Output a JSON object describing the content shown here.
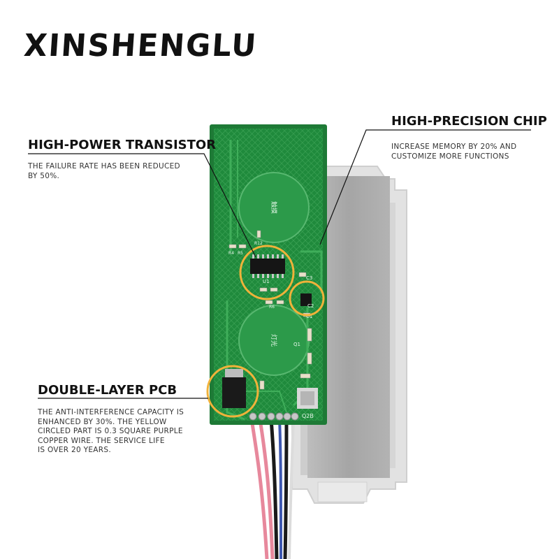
{
  "brand": "XINSHENGLU",
  "callouts": {
    "chip": {
      "heading": "HIGH-PRECISION CHIP",
      "description": [
        "INCREASE MEMORY BY 20% AND",
        "CUSTOMIZE MORE FUNCTIONS"
      ]
    },
    "transistor": {
      "heading": "HIGH-POWER TRANSISTOR",
      "description": [
        "THE FAILURE RATE HAS BEEN REDUCED",
        "BY 50%."
      ]
    },
    "pcb": {
      "heading": "DOUBLE-LAYER PCB",
      "description": [
        "THE ANTI-INTERFERENCE CAPACITY IS",
        "ENHANCED BY 30%. THE YELLOW",
        "CIRCLED PART IS 0.3 SQUARE PURPLE",
        "COPPER WIRE. THE SERVICE LIFE",
        "IS OVER 20 YEARS."
      ]
    }
  },
  "board_labels": {
    "pad_top": "触摸",
    "pad_bottom": "灯光",
    "q2b": "Q2B",
    "u1": "U1",
    "q1": "Q1",
    "c1": "C1",
    "c2": "C2",
    "c3": "C3",
    "r12": "R12",
    "r4": "R4",
    "r5": "R5",
    "r6": "R6"
  },
  "colors": {
    "pcb_green": "#1f8a3c",
    "highlight_circle": "#f0b23a",
    "housing_gray": "#a9a9a9",
    "wire_pink": "#e7889c",
    "wire_black": "#1a1a1a",
    "wire_blue": "#3d57b0",
    "wire_white": "#f2f2f2"
  }
}
